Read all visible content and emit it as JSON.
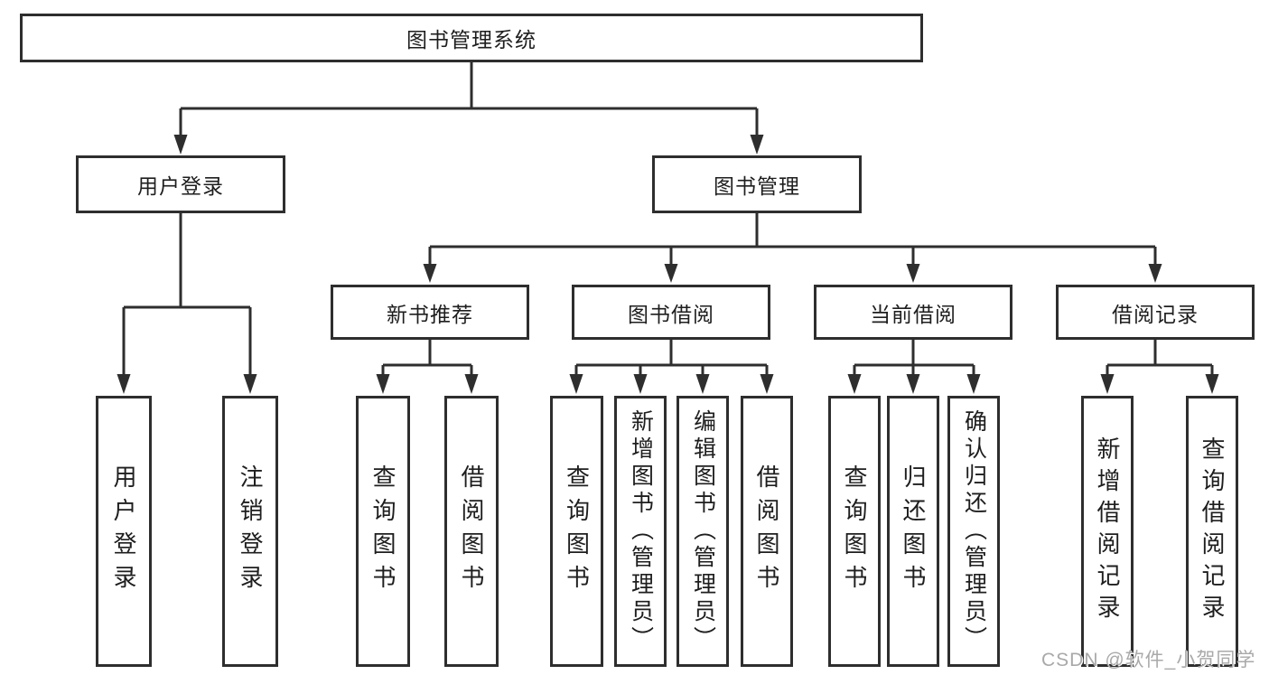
{
  "diagram": {
    "type": "tree",
    "tree": {
      "label": "图书管理系统",
      "children": [
        {
          "label": "用户登录",
          "children": [
            {
              "label": "用户登录"
            },
            {
              "label": "注销登录"
            }
          ]
        },
        {
          "label": "图书管理",
          "children": [
            {
              "label": "新书推荐",
              "children": [
                {
                  "label": "查询图书"
                },
                {
                  "label": "借阅图书"
                }
              ]
            },
            {
              "label": "图书借阅",
              "children": [
                {
                  "label": "查询图书"
                },
                {
                  "label": "新增图书（管理员）"
                },
                {
                  "label": "编辑图书（管理员）"
                },
                {
                  "label": "借阅图书"
                }
              ]
            },
            {
              "label": "当前借阅",
              "children": [
                {
                  "label": "查询图书"
                },
                {
                  "label": "归还图书"
                },
                {
                  "label": "确认归还（管理员）"
                }
              ]
            },
            {
              "label": "借阅记录",
              "children": [
                {
                  "label": "新增借阅记录"
                },
                {
                  "label": "查询借阅记录"
                }
              ]
            }
          ]
        }
      ]
    },
    "colors": {
      "line": "#2e2e2e",
      "box_border": "#2e2e2e",
      "box_fill": "#ffffff",
      "text": "#1e1e1e",
      "background": "#ffffff",
      "watermark": "#a9a9a9"
    }
  },
  "watermark": {
    "text": "CSDN @软件_小贺同学"
  }
}
